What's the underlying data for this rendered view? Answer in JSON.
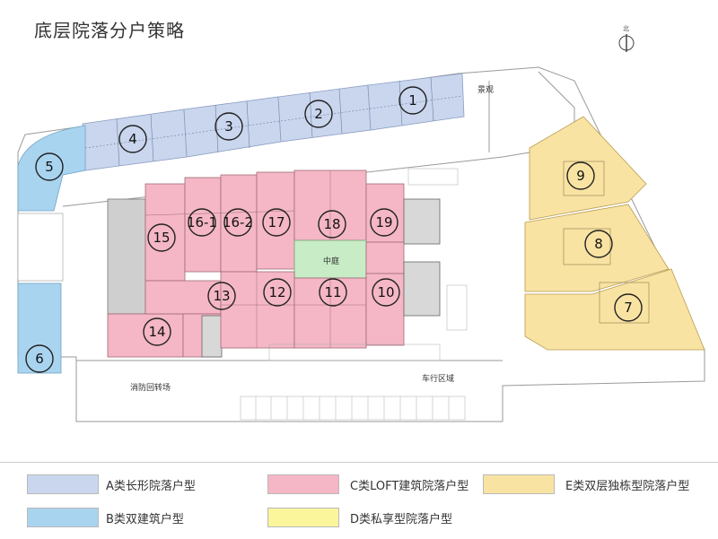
{
  "title": "底层院落分户策略",
  "colors": {
    "A": "#c9d6ee",
    "B": "#a9d4f0",
    "C": "#f5b7c5",
    "D": "#fbf59c",
    "E": "#f9e3a3",
    "courtyard": "#c8ecc6"
  },
  "units": [
    {
      "id": "1",
      "type": "A"
    },
    {
      "id": "2",
      "type": "A"
    },
    {
      "id": "3",
      "type": "A"
    },
    {
      "id": "4",
      "type": "A"
    },
    {
      "id": "5",
      "type": "B"
    },
    {
      "id": "6",
      "type": "B"
    },
    {
      "id": "7",
      "type": "E"
    },
    {
      "id": "8",
      "type": "E"
    },
    {
      "id": "9",
      "type": "E"
    },
    {
      "id": "10",
      "type": "C"
    },
    {
      "id": "11",
      "type": "C"
    },
    {
      "id": "12",
      "type": "C"
    },
    {
      "id": "13",
      "type": "C"
    },
    {
      "id": "14",
      "type": "C"
    },
    {
      "id": "15",
      "type": "C"
    },
    {
      "id": "16-1",
      "type": "C"
    },
    {
      "id": "16-2",
      "type": "C"
    },
    {
      "id": "17",
      "type": "C"
    },
    {
      "id": "18",
      "type": "C"
    },
    {
      "id": "19",
      "type": "C"
    }
  ],
  "map_labels": {
    "courtyard": "中庭",
    "landscape": "景观",
    "fire_turnaround": "消防回转场",
    "vehicle_area": "车行区域",
    "north": "北"
  },
  "legend": [
    {
      "key": "A",
      "label": "A类长形院落户型"
    },
    {
      "key": "B",
      "label": "B类双建筑户型"
    },
    {
      "key": "C",
      "label": "C类LOFT建筑院落户型"
    },
    {
      "key": "D",
      "label": "D类私享型院落户型"
    },
    {
      "key": "E",
      "label": "E类双层独栋型院落户型"
    }
  ]
}
